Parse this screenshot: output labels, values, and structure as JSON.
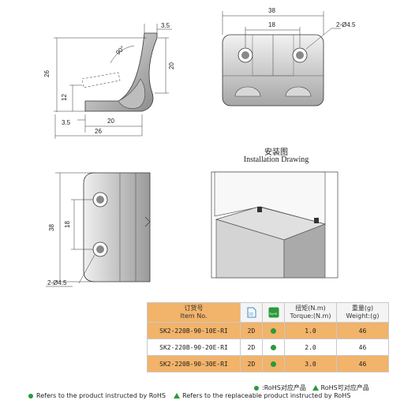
{
  "side_view": {
    "dims": {
      "d26_left": "26",
      "d12": "12",
      "d20_right": "20",
      "d3_5_top": "3.5",
      "angle": "90°",
      "d3_5_bottom": "3.5",
      "d20_bottom": "20",
      "d26_bottom": "26"
    }
  },
  "top_view": {
    "dims": {
      "d38": "38",
      "d18": "18",
      "hole": "2-Ø4.5"
    }
  },
  "front_view": {
    "dims": {
      "d38": "38",
      "d18": "18",
      "hole": "2-Ø4.5"
    }
  },
  "installation": {
    "title_cn": "安装图",
    "title_en": "Installation Drawing"
  },
  "table": {
    "headers": {
      "order_cn": "订货号",
      "order_en": "Item No.",
      "torque_cn": "扭矩(N.m)",
      "torque_en": "Torque:(N.m)",
      "weight_cn": "重量(g)",
      "weight_en": "Weight:(g)",
      "icon2d_label": "2D",
      "rohs_label": "RoHS"
    },
    "rows": [
      {
        "item": "SK2-220B-90-10E-RI",
        "dim": "2D",
        "torque": "1.0",
        "weight": "46"
      },
      {
        "item": "SK2-220B-90-20E-RI",
        "dim": "2D",
        "torque": "2.0",
        "weight": "46"
      },
      {
        "item": "SK2-220B-90-30E-RI",
        "dim": "2D",
        "torque": "3.0",
        "weight": "46"
      }
    ],
    "colors": {
      "orange": "#f2b36a",
      "green": "#2a9a3a"
    }
  },
  "legend": {
    "cn_dot": ":RoHS对应产品",
    "cn_tri": "RoHS可对应产品",
    "en_dot": "Refers to the product instructed by RoHS",
    "en_tri": "Refers to the replaceable product instructed by RoHS"
  }
}
